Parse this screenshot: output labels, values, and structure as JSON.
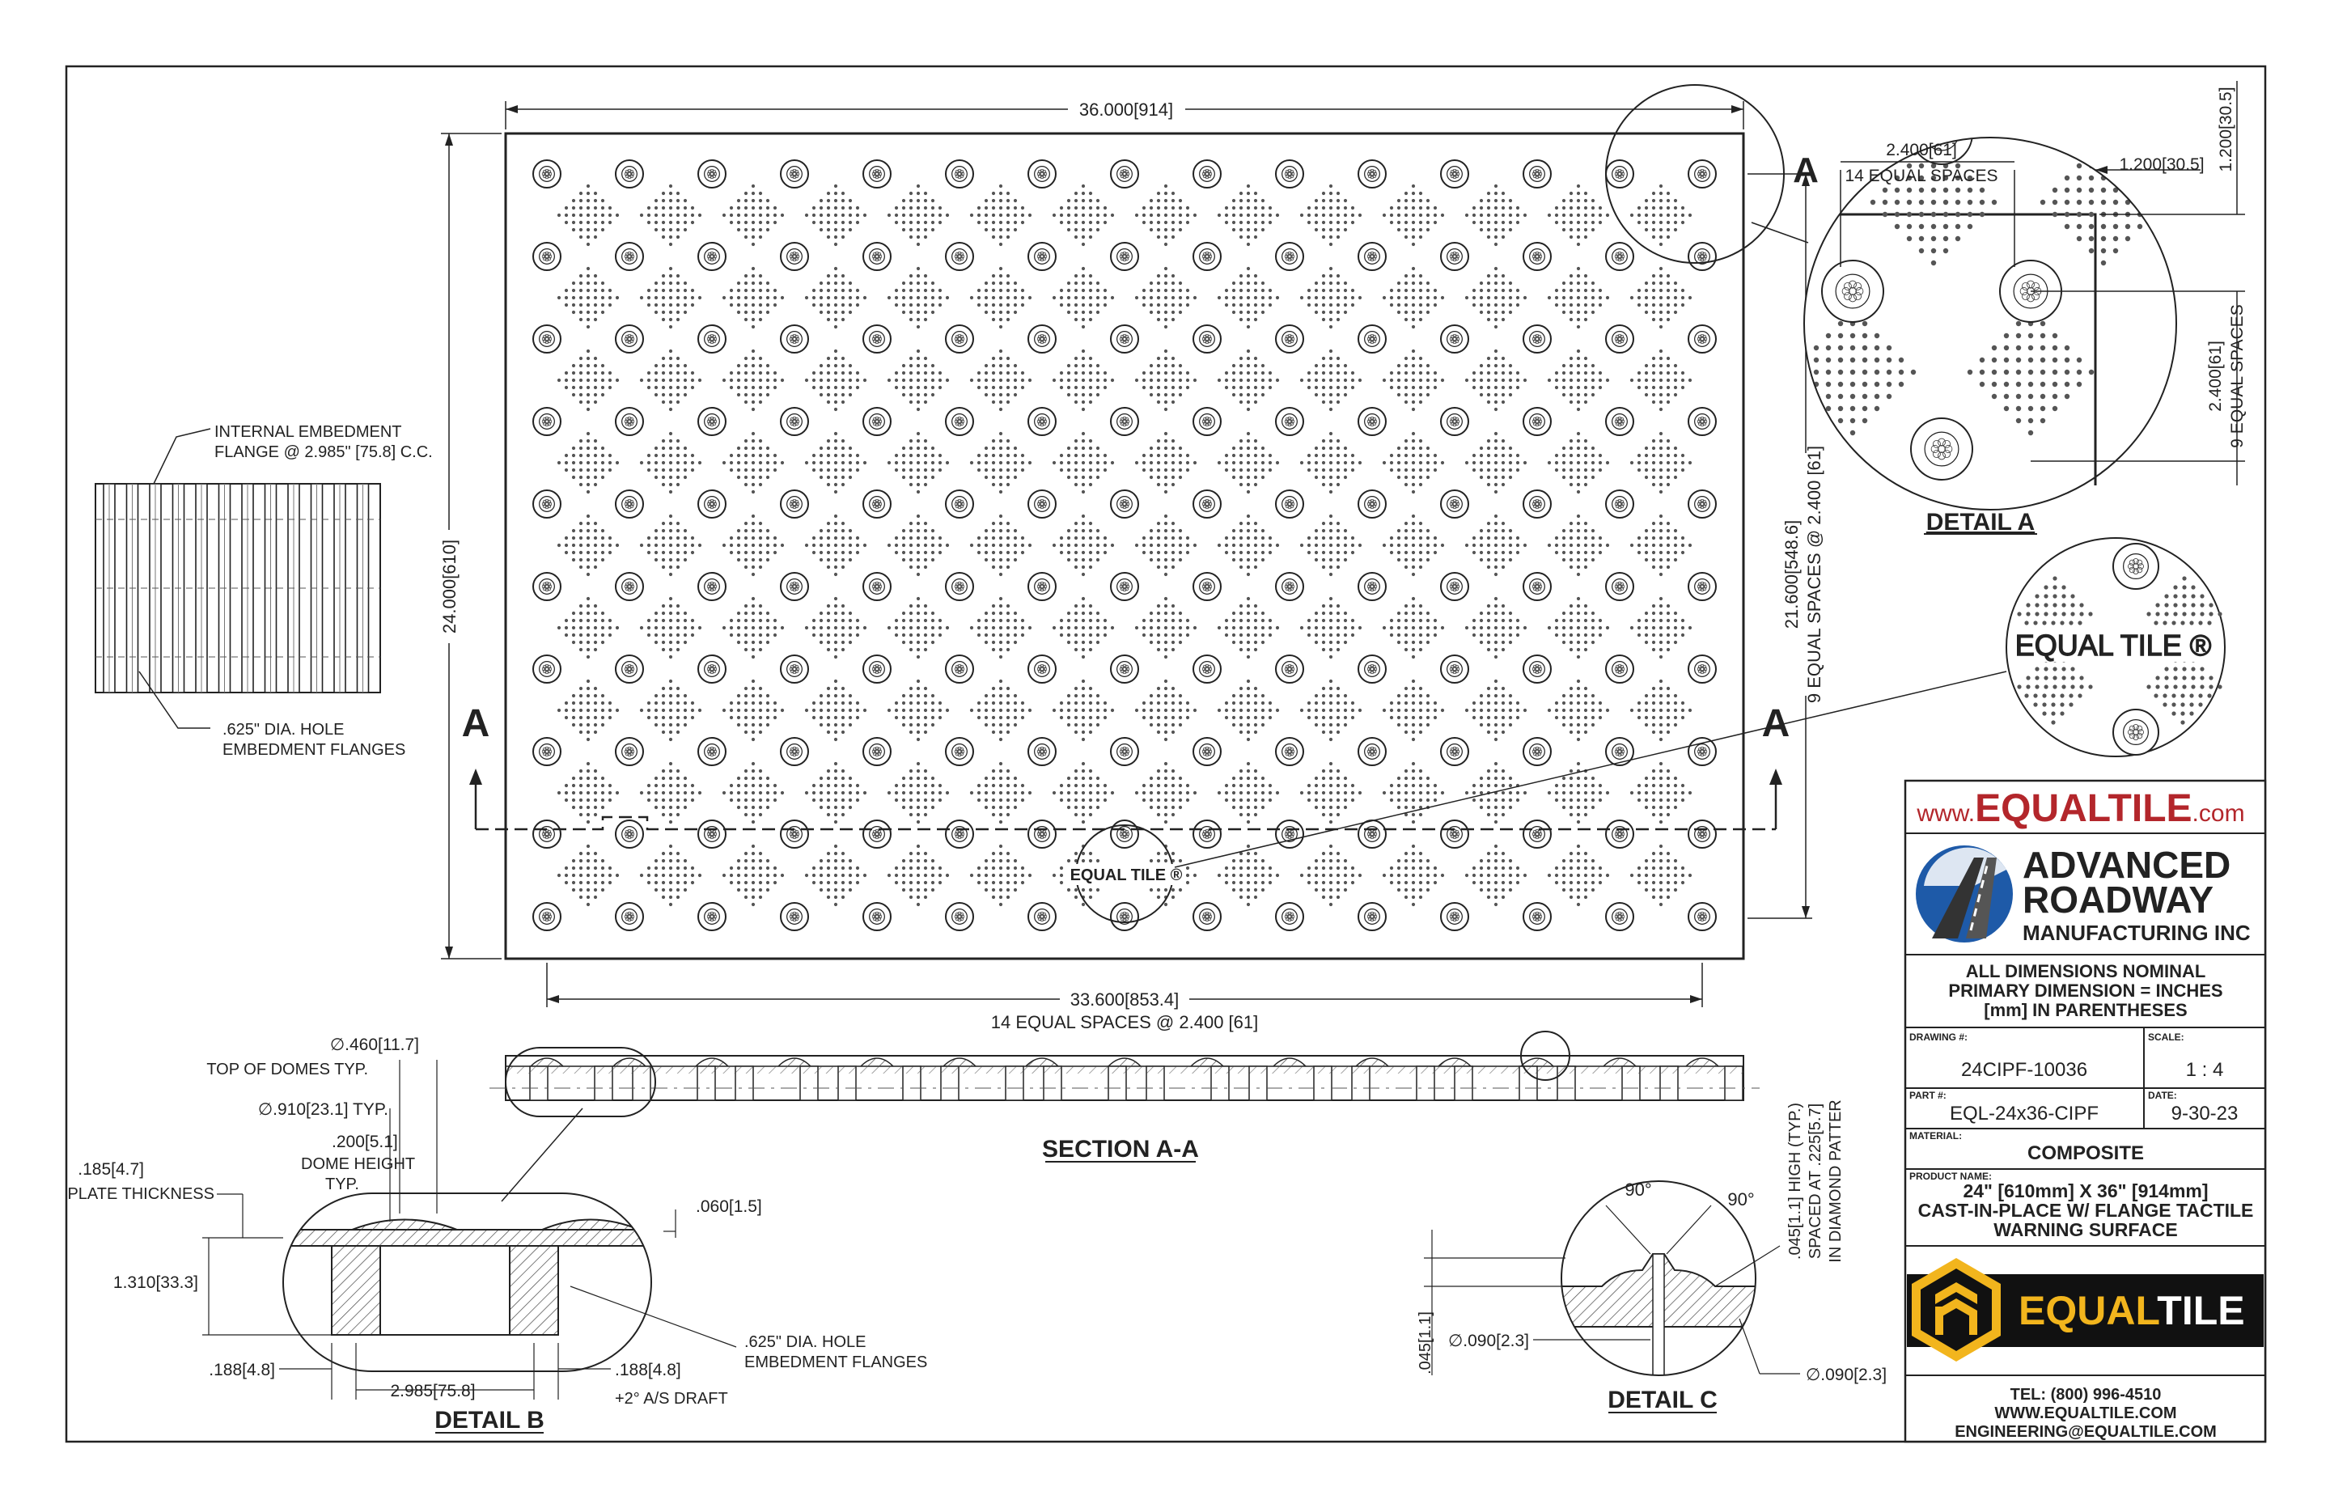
{
  "top_view": {
    "overall_width": "36.000[914]",
    "overall_height": "24.000[610]",
    "dome_row_span": "21.600[548.6]",
    "dome_row_spaces": "9 EQUAL SPACES @ 2.400 [61]",
    "dome_col_span": "33.600[853.4]",
    "dome_col_spaces": "14 EQUAL SPACES @ 2.400 [61]",
    "logo_text": "EQUAL TILE ®",
    "section_letter": "A"
  },
  "side_view": {
    "flange_note_1": "INTERNAL EMBEDMENT",
    "flange_note_2": "FLANGE @ 2.985\" [75.8] C.C.",
    "hole_note_1": ".625\" DIA. HOLE",
    "hole_note_2": "EMBEDMENT FLANGES"
  },
  "detail_a": {
    "title": "DETAIL A",
    "spacing_1": "2.400[61]",
    "spacing_1b": "14 EQUAL SPACES",
    "offset_x": "1.200[30.5]",
    "offset_y": "1.200[30.5]",
    "spacing_2": "2.400[61]",
    "spacing_2b": "9 EQUAL SPACES",
    "section_letter": "A"
  },
  "logo_callout": {
    "text": "EQUAL TILE ®"
  },
  "section_aa": {
    "title": "SECTION A-A"
  },
  "detail_b": {
    "title": "DETAIL B",
    "dome_top": "∅.460[11.7]",
    "dome_top_note": "TOP OF DOMES TYP.",
    "dome_base": "∅.910[23.1] TYP.",
    "dome_height": ".200[5.1]",
    "dome_height_note_1": "DOME HEIGHT",
    "dome_height_note_2": "TYP.",
    "plate_thk": ".185[4.7]",
    "plate_thk_note": "PLATE THICKNESS",
    "top_gap": ".060[1.5]",
    "total_height": "1.310[33.3]",
    "flange_left": ".188[4.8]",
    "flange_pitch": "2.985[75.8]",
    "flange_right": ".188[4.8]",
    "draft_note": "+2° A/S DRAFT",
    "hole_note_1": ".625\" DIA. HOLE",
    "hole_note_2": "EMBEDMENT FLANGES"
  },
  "detail_c": {
    "title": "DETAIL C",
    "angle_1": "90°",
    "angle_2": "90°",
    "pattern_note_1": ".045[1.1] HIGH (TYP.)",
    "pattern_note_2": "SPACED AT .225[5.7]",
    "pattern_note_3": "IN DIAMOND PATTER",
    "height": ".045[1.1]",
    "dia_left": "∅.090[2.3]",
    "dia_right": "∅.090[2.3]"
  },
  "title_block": {
    "website_prefix": "www.",
    "website_main": "EQUALTILE",
    "website_suffix": ".com",
    "company_line1": "ADVANCED",
    "company_line2": "ROADWAY",
    "company_line3": "MANUFACTURING INC",
    "note_1": "ALL DIMENSIONS NOMINAL",
    "note_2": "PRIMARY DIMENSION = INCHES",
    "note_3": "[mm] IN PARENTHESES",
    "drawing_label": "DRAWING #:",
    "drawing_value": "24CIPF-10036",
    "scale_label": "SCALE:",
    "scale_value": "1 : 4",
    "part_label": "PART #:",
    "part_value": "EQL-24x36-CIPF",
    "date_label": "DATE:",
    "date_value": "9-30-23",
    "material_label": "MATERIAL:",
    "material_value": "COMPOSITE",
    "product_label": "PRODUCT NAME:",
    "product_1": "24\" [610mm] X 36\" [914mm]",
    "product_2": "CAST-IN-PLACE W/ FLANGE TACTILE",
    "product_3": "WARNING SURFACE",
    "brand_a": "EQUAL",
    "brand_b": "TILE",
    "tel": "TEL: (800) 996-4510",
    "web": "WWW.EQUALTILE.COM",
    "email": "ENGINEERING@EQUALTILE.COM"
  },
  "colors": {
    "ink": "#222222",
    "brand_red": "#b3262b",
    "brand_blue": "#1e5aa8",
    "brand_yellow": "#f2b51d",
    "brand_black": "#111111"
  }
}
